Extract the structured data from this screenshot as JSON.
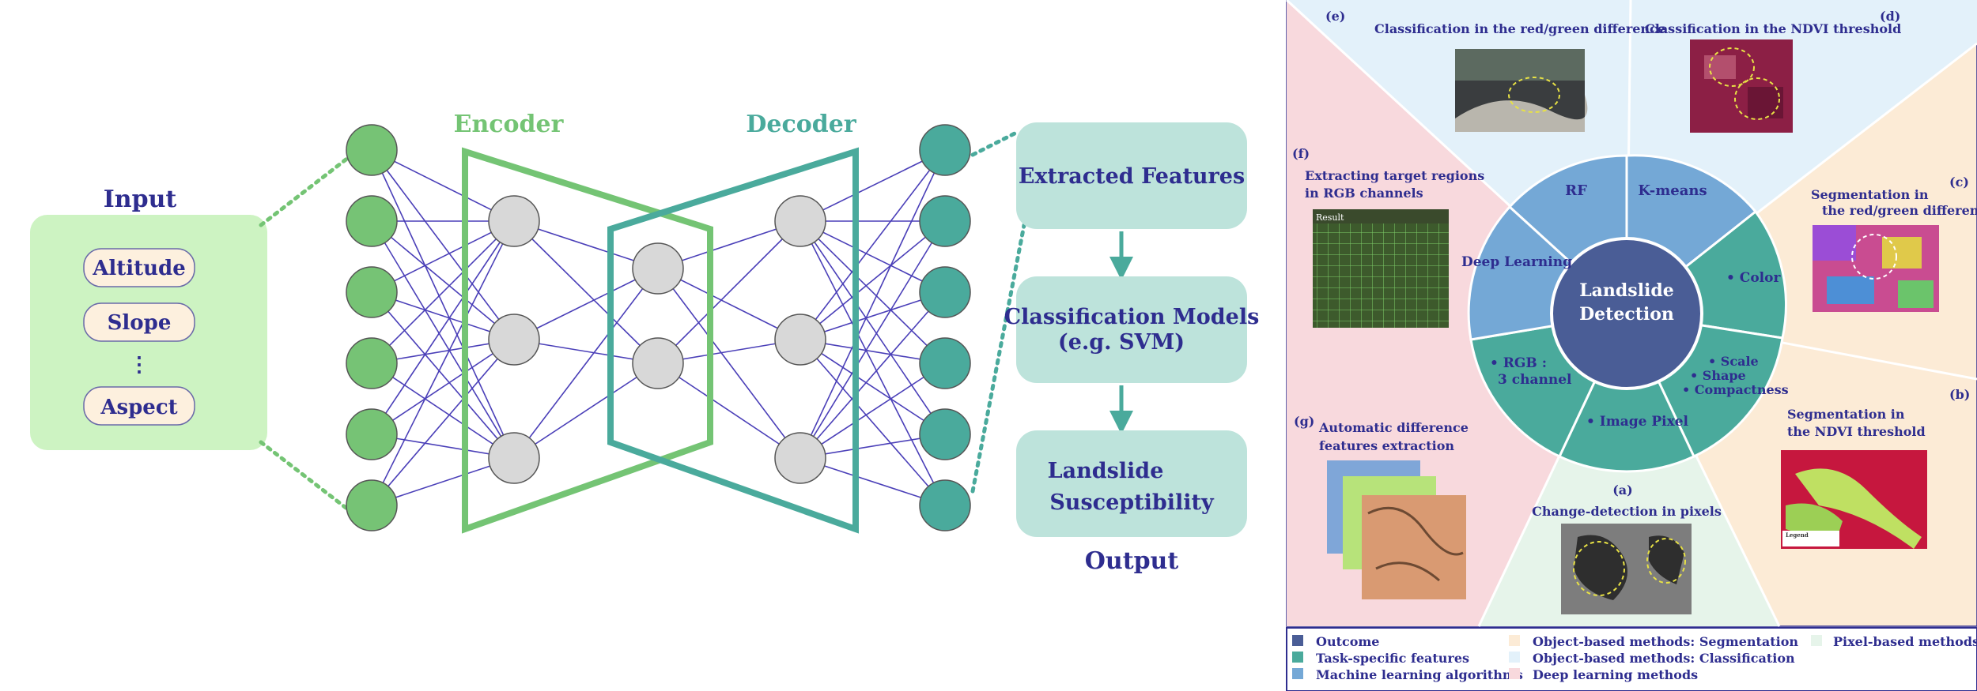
{
  "colors": {
    "navy": "#2e2d8f",
    "encoder": "#74c474",
    "decoder": "#4aaa9c",
    "node_green": "#76c375",
    "node_teal": "#4aaa9c",
    "node_grey": "#d8d8d8",
    "edge": "#4a3fb8",
    "box_green": "#cdf3c2",
    "box_teal": "#bde3db",
    "pill": "#fdf0de",
    "outcome": "#4a5d96",
    "task": "#4aaa9c",
    "ml": "#74a8d6",
    "seg_bg": "#fcebd6",
    "cls_bg": "#e3f1fa",
    "dl_bg": "#f8d9dd",
    "pix_bg": "#e6f4ea"
  },
  "left": {
    "input_title": "Input",
    "input_items": [
      "Altitude",
      "Slope",
      "⋮",
      "Aspect"
    ],
    "encoder_label": "Encoder",
    "decoder_label": "Decoder",
    "boxes": [
      "Extracted Features",
      "Classification Models",
      "(e.g. SVM)",
      "Landslide",
      "Susceptibility"
    ],
    "output_title": "Output"
  },
  "right": {
    "center": [
      "Landslide",
      "Detection"
    ],
    "ring": {
      "rf": "RF",
      "kmeans": "K-means",
      "color": "• Color",
      "scale": "• Scale",
      "shape": "• Shape",
      "compactness": "• Compactness",
      "pixel": "• Image Pixel",
      "rgb1": "• RGB :",
      "rgb2": "3 channel",
      "dl": "Deep Learning"
    },
    "panels": {
      "a_tag": "(a)",
      "a_title": "Change-detection in pixels",
      "b_tag": "(b)",
      "b_title1": "Segmentation in",
      "b_title2": "the NDVI threshold",
      "c_tag": "(c)",
      "c_title1": "Segmentation in",
      "c_title2": "the red/green difference",
      "d_tag": "(d)",
      "d_title": "Classification in the NDVI threshold",
      "e_tag": "(e)",
      "e_title": "Classification in the red/green difference",
      "f_tag": "(f)",
      "f_title1": "Extracting target regions",
      "f_title2": "in RGB channels",
      "g_tag": "(g)",
      "g_title1": "Automatic difference",
      "g_title2": "features extraction",
      "result_label": "Result",
      "legend_small": "Legend"
    },
    "legend": {
      "outcome": "Outcome",
      "task": "Task-specific features",
      "ml": "Machine learning algorithms",
      "seg": "Object-based methods: Segmentation",
      "cls": "Object-based methods: Classification",
      "dl": "Deep learning methods",
      "pix": "Pixel-based methods"
    }
  }
}
